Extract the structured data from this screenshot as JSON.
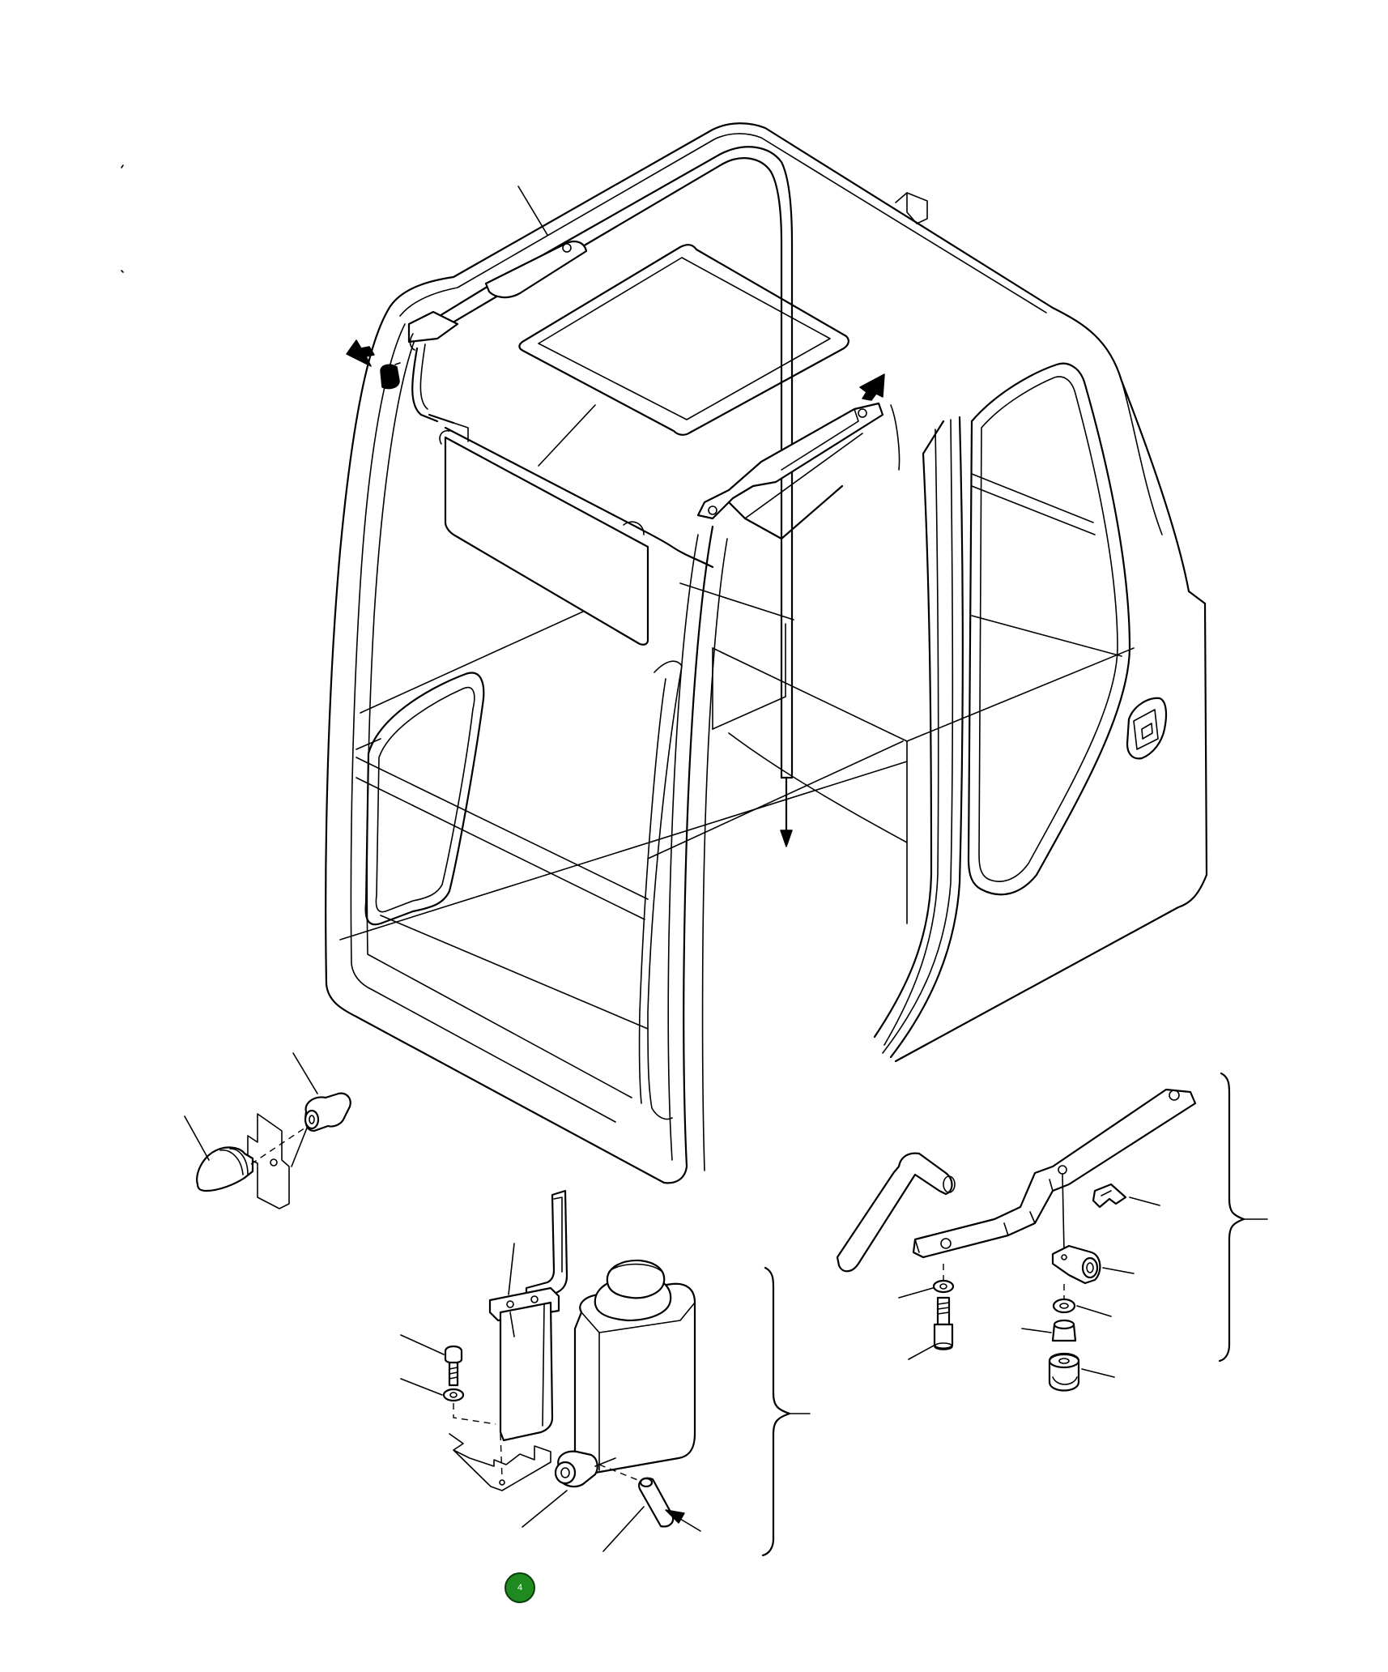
{
  "page_badge": {
    "label": "4",
    "color": "#1f8a1f"
  },
  "parts": [
    "operator-cab",
    "handrail",
    "sun-visor",
    "roof-window",
    "door-latch-plate",
    "rubber-stopper",
    "stopper-bushing",
    "washer-tank-bracket",
    "washer-tank",
    "washer-pump",
    "washer-hose",
    "mounting-bolt",
    "mounting-washer",
    "door-stay-bracket",
    "stay-rod",
    "clip",
    "bushing",
    "cap-bolt",
    "nut",
    "rubber-mount"
  ]
}
